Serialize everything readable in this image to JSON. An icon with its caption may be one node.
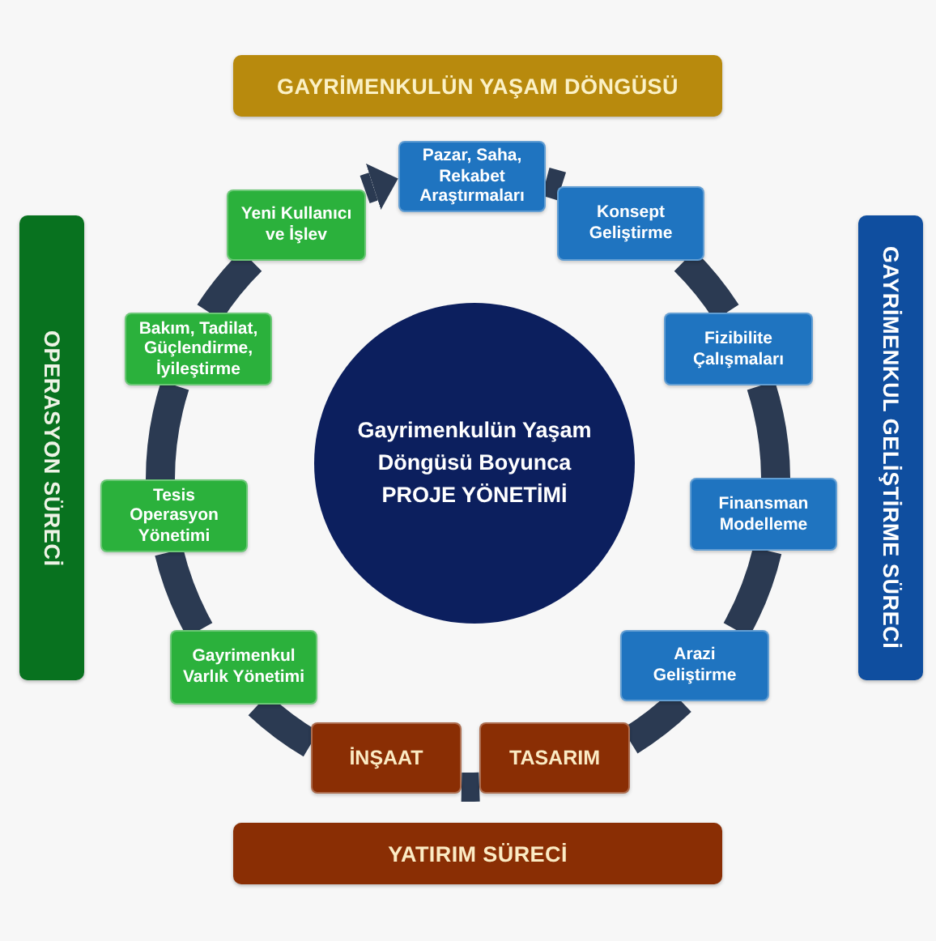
{
  "diagram": {
    "nodes": [
      {
        "text": [
          "GAYRİMENKULÜN YAŞAM DÖNGÜSÜ"
        ]
      },
      {
        "text": [
          "Pazar, Saha, Rekabet Araştırmaları"
        ]
      },
      {
        "text": [
          "Konsept Geliştirme"
        ]
      },
      {
        "text": [
          "Fizibilite Çalışmaları"
        ]
      },
      {
        "text": [
          "Finansman Modelleme"
        ]
      },
      {
        "text": [
          "Arazi Geliştirme"
        ]
      },
      {
        "text": [
          "TASARIM"
        ]
      },
      {
        "text": [
          "İNŞAAT"
        ]
      },
      {
        "text": [
          "Gayrimenkul Varlık Yönetimi"
        ]
      },
      {
        "text": [
          "Tesis Operasyon Yönetimi"
        ]
      },
      {
        "text": [
          "Bakım, Tadilat, Güçlendirme, İyileştirme"
        ]
      },
      {
        "text": [
          "Yeni Kullanıcı ve İşlev"
        ]
      },
      {
        "text": [
          "Gayrimenkulün Yaşam Döngüsü Boyunca",
          "PROJE YÖNETİMİ"
        ]
      },
      {
        "text": [
          "OPERASYON SÜRECİ"
        ]
      },
      {
        "text": [
          "GAYRİMENKUL GELİŞTİRME SÜRECİ"
        ]
      },
      {
        "text": [
          "YATIRIM SÜRECİ"
        ]
      }
    ],
    "edges": [
      {
        "from": 1,
        "to": 2,
        "arrow": "none"
      },
      {
        "from": 2,
        "to": 3,
        "arrow": "none"
      },
      {
        "from": 3,
        "to": 4,
        "arrow": "none"
      },
      {
        "from": 4,
        "to": 5,
        "arrow": "none"
      },
      {
        "from": 5,
        "to": 6,
        "arrow": "none"
      },
      {
        "from": 6,
        "to": 7,
        "arrow": "none"
      },
      {
        "from": 7,
        "to": 8,
        "arrow": "none"
      },
      {
        "from": 8,
        "to": 9,
        "arrow": "none"
      },
      {
        "from": 9,
        "to": 10,
        "arrow": "none"
      },
      {
        "from": 10,
        "to": 11,
        "arrow": "none"
      },
      {
        "from": 11,
        "to": 1,
        "arrow": "to"
      }
    ]
  }
}
